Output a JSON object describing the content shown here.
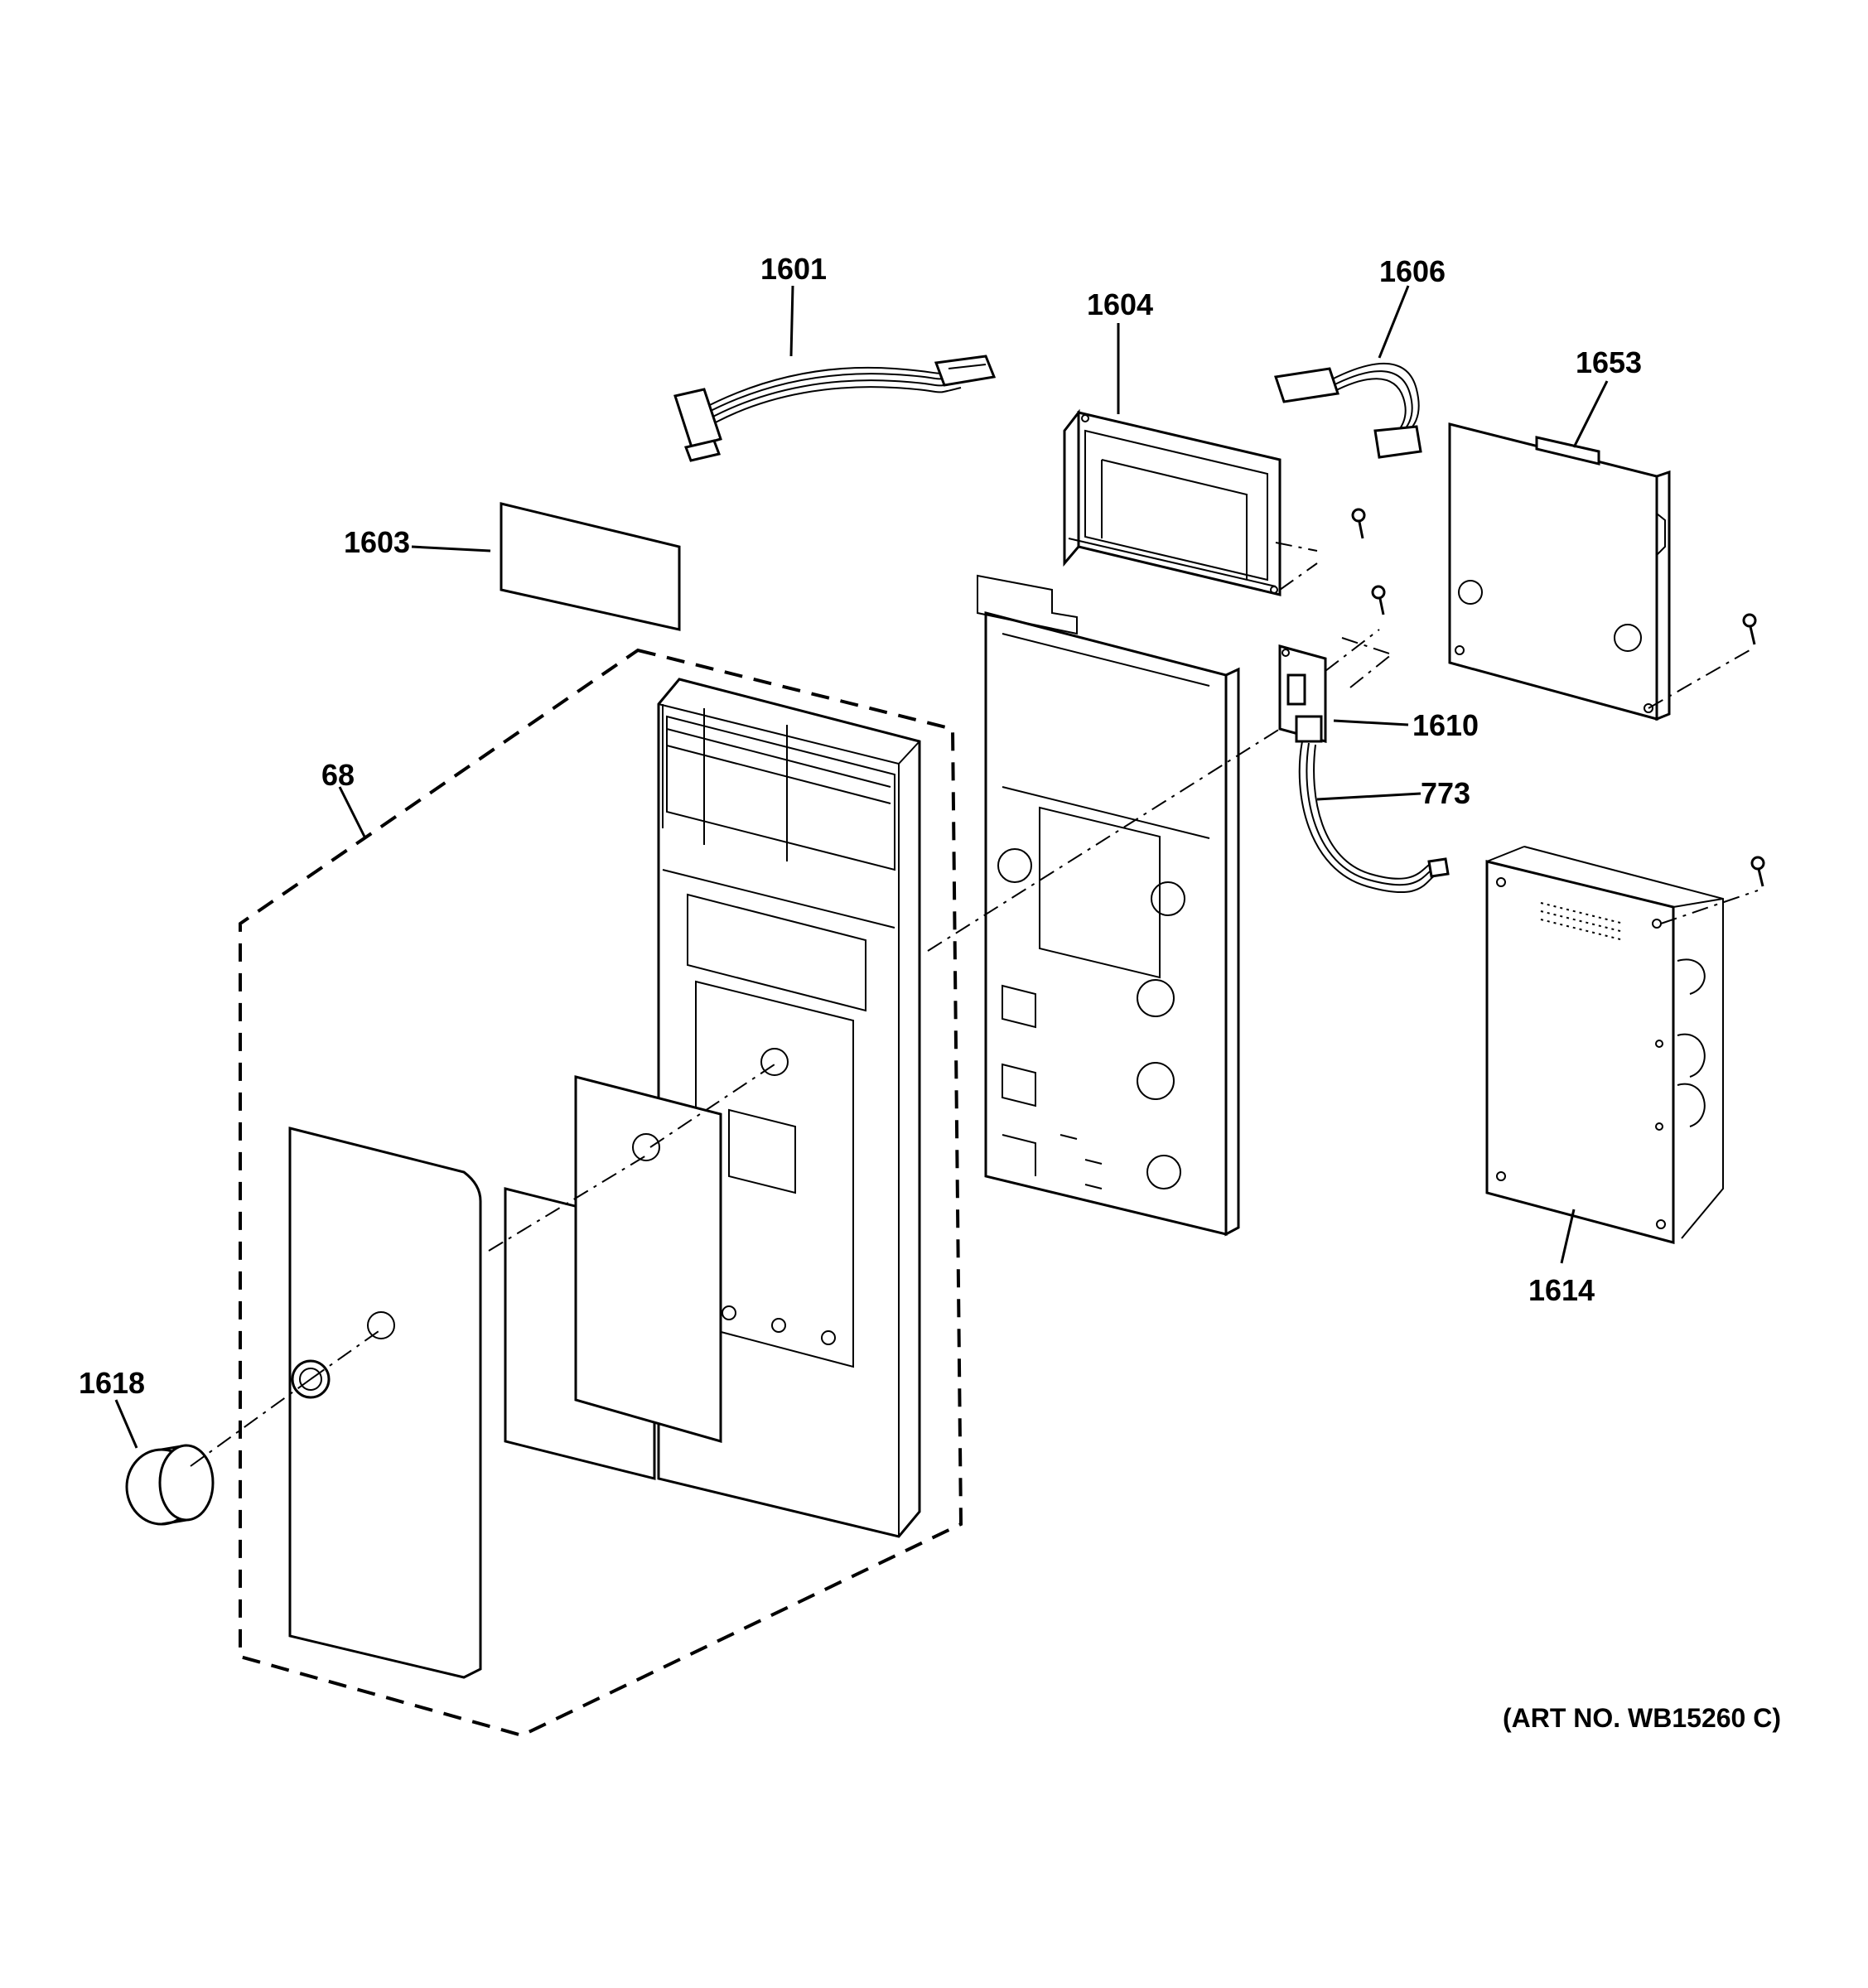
{
  "callouts": {
    "c1601": "1601",
    "c1604": "1604",
    "c1606": "1606",
    "c1653": "1653",
    "c1603": "1603",
    "c1610": "1610",
    "c773": "773",
    "c68": "68",
    "c1614": "1614",
    "c1618": "1618"
  },
  "art_number": "(ART NO. WB15260 C)"
}
